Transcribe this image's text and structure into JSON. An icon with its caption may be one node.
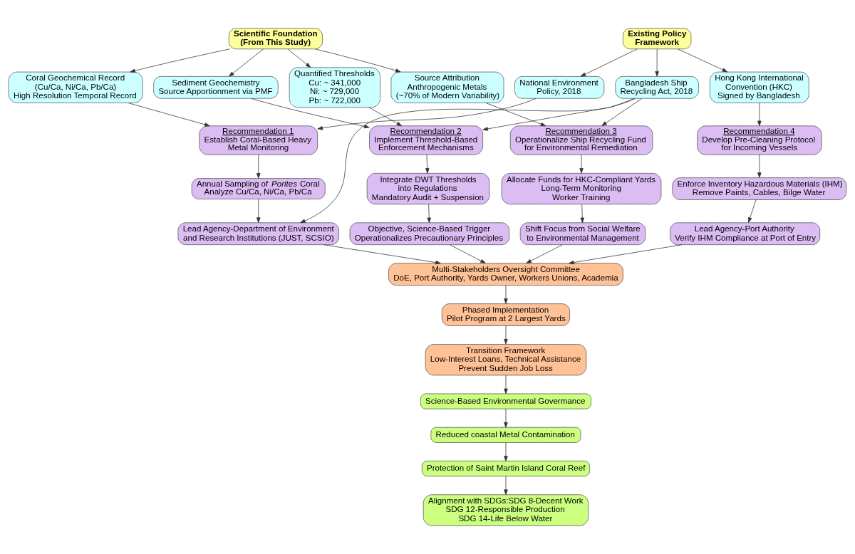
{
  "diagram": {
    "nodes": [
      {
        "text": [
          "Scientific Foundation (From This Study)"
        ]
      },
      {
        "text": [
          "Existing Policy Framework"
        ]
      },
      {
        "text": [
          "Coral Geochemical Record",
          "(Cu/Ca, Ni/Ca, Pb/Ca)",
          "High Resolution Temporal Record"
        ]
      },
      {
        "text": [
          "Sediment Geochemistry",
          "Source Apportionment via PMF"
        ]
      },
      {
        "text": [
          "Quantified Thresholds",
          "Cu: ~ 341,000",
          "Ni: ~ 729,000",
          "Pb: ~ 722,000"
        ]
      },
      {
        "text": [
          "Source Attribution",
          "Anthropogenic Metals",
          "(~70% of Modern Variability)"
        ]
      },
      {
        "text": [
          "National Environment Policy, 2018"
        ]
      },
      {
        "text": [
          "Bangladesh Ship Recycling Act, 2018"
        ]
      },
      {
        "text": [
          "Hong Kong International Convention (HKC)",
          "Signed by Bangladesh"
        ]
      },
      {
        "text": [
          "Recommendation 1",
          "Establish Coral-Based Heavy Metal Monitoring"
        ]
      },
      {
        "text": [
          "Recommendation 2",
          "Implement Threshold-Based Enforcement Mechanisms"
        ]
      },
      {
        "text": [
          "Recommendation 3",
          "Operationalize Ship Recycling Fund for Environmental Remediation"
        ]
      },
      {
        "text": [
          "Recommendation 4",
          "Develop Pre-Cleaning Protocol for Incoming Vessels"
        ]
      },
      {
        "text": [
          "Annual Sampling of *Porites* Coral",
          "Analyze Cu/Ca, Ni/Ca, Pb/Ca"
        ]
      },
      {
        "text": [
          "Integrate DWT Thresholds into Regulations",
          "Mandatory Audit + Suspension"
        ]
      },
      {
        "text": [
          "Allocate Funds for HKC-Compliant Yards",
          "Long-Term Monitoring",
          "Worker Training"
        ]
      },
      {
        "text": [
          "Enforce Inventory Hazardous Materials (IHM)",
          "Remove Paints, Cables, Bilge Water"
        ]
      },
      {
        "text": [
          "Lead Agency-Department of Environment and Research Institutions (JUST, SCSIO)"
        ]
      },
      {
        "text": [
          "Objective, Science-Based Trigger",
          "Operationalizes Precautionary Principles"
        ]
      },
      {
        "text": [
          "Shift Focus from Social Welfare to Environmental Management"
        ]
      },
      {
        "text": [
          "Lead Agency-Port Authority",
          "Verify IHM Compliance at Port of Entry"
        ]
      },
      {
        "text": [
          "Multi-Stakeholders Oversight Committee",
          "DoE, Port Authority, Yards Owner, Workers Unions, Academia"
        ]
      },
      {
        "text": [
          "Phased Implementation",
          "Pilot Program at 2 Largest Yards"
        ]
      },
      {
        "text": [
          "Transition Framework",
          "Low-Interest Loans, Technical Assistance",
          "Prevent Sudden Job Loss"
        ]
      },
      {
        "text": [
          "Science-Based Environmental Govermance"
        ]
      },
      {
        "text": [
          "Reduced coastal Metal Contamination"
        ]
      },
      {
        "text": [
          "Protection of Saint Martin Island Coral Reef"
        ]
      },
      {
        "text": [
          "Alignment with SDGs:SDG 8-Decent Work",
          "SDG 12-Responsible Production",
          "SDG 14-Life Below Water"
        ]
      }
    ],
    "edges": [
      {
        "from": 0,
        "to": 2,
        "arrow": "to"
      },
      {
        "from": 0,
        "to": 3,
        "arrow": "to"
      },
      {
        "from": 0,
        "to": 4,
        "arrow": "to"
      },
      {
        "from": 0,
        "to": 5,
        "arrow": "to"
      },
      {
        "from": 1,
        "to": 6,
        "arrow": "to"
      },
      {
        "from": 1,
        "to": 7,
        "arrow": "to"
      },
      {
        "from": 1,
        "to": 8,
        "arrow": "to"
      },
      {
        "from": 2,
        "to": 9,
        "arrow": "to"
      },
      {
        "from": 6,
        "to": 9,
        "arrow": "to"
      },
      {
        "from": 3,
        "to": 10,
        "arrow": "to"
      },
      {
        "from": 4,
        "to": 10,
        "arrow": "to"
      },
      {
        "from": 7,
        "to": 17,
        "arrow": "to"
      },
      {
        "from": 7,
        "to": 10,
        "arrow": "to"
      },
      {
        "from": 5,
        "to": 11,
        "arrow": "to"
      },
      {
        "from": 7,
        "to": 11,
        "arrow": "to"
      },
      {
        "from": 8,
        "to": 12,
        "arrow": "to"
      },
      {
        "from": 9,
        "to": 13,
        "arrow": "to"
      },
      {
        "from": 10,
        "to": 14,
        "arrow": "to"
      },
      {
        "from": 11,
        "to": 15,
        "arrow": "to"
      },
      {
        "from": 12,
        "to": 16,
        "arrow": "to"
      },
      {
        "from": 13,
        "to": 17,
        "arrow": "to"
      },
      {
        "from": 14,
        "to": 18,
        "arrow": "to"
      },
      {
        "from": 15,
        "to": 19,
        "arrow": "to"
      },
      {
        "from": 16,
        "to": 20,
        "arrow": "to"
      },
      {
        "from": 17,
        "to": 21,
        "arrow": "to"
      },
      {
        "from": 18,
        "to": 21,
        "arrow": "to"
      },
      {
        "from": 19,
        "to": 21,
        "arrow": "to"
      },
      {
        "from": 20,
        "to": 21,
        "arrow": "to"
      },
      {
        "from": 21,
        "to": 22,
        "arrow": "to"
      },
      {
        "from": 22,
        "to": 23,
        "arrow": "to"
      },
      {
        "from": 23,
        "to": 24,
        "arrow": "to"
      },
      {
        "from": 24,
        "to": 25,
        "arrow": "to"
      },
      {
        "from": 25,
        "to": 26,
        "arrow": "to"
      },
      {
        "from": 26,
        "to": 27,
        "arrow": "to"
      }
    ]
  }
}
